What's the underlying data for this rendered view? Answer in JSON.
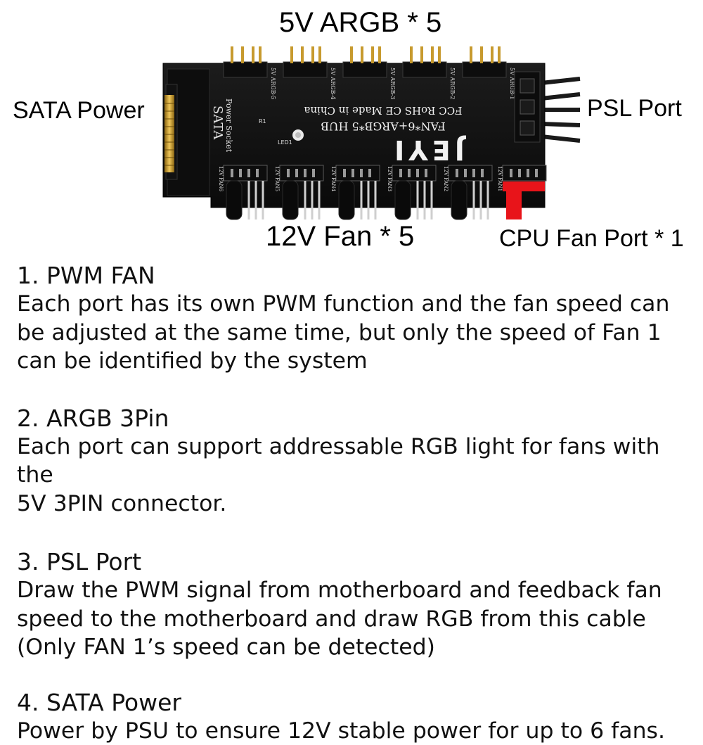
{
  "labels": {
    "argb": "5V ARGB * 5",
    "sata_power": "SATA Power",
    "psl_port": "PSL Port",
    "fan": "12V Fan * 5",
    "cpu_fan": "CPU Fan Port * 1"
  },
  "board": {
    "brand": "JEYI",
    "model": "FAN*6+ARGB*5  HUB",
    "cert": "FCC RoHS CE  Made in China",
    "socket_arrow": "Power Socket",
    "socket_sata": "SATA",
    "led": "LED1",
    "resistor": "R1",
    "argb_headers": [
      "5V ARGB-5",
      "5V ARGB-4",
      "5V ARGB-3",
      "5V ARGB-2",
      "5V ARGB-1"
    ],
    "fan_headers": [
      "12V FAN6",
      "12V FAN5",
      "12V FAN4",
      "12V FAN3",
      "12V FAN2",
      "12V FAN1"
    ],
    "colors": {
      "pcb": "#121212",
      "pin_gold": "#c79a2e",
      "cpu_header": "#e8141a",
      "sata_gold": "#e2c049"
    }
  },
  "items": [
    {
      "heading": "1. PWM FAN",
      "lines": [
        "Each port has its own PWM function and the fan speed can",
        "be adjusted at the same time, but only the speed of Fan 1",
        "can be identified by the system"
      ]
    },
    {
      "heading": "2. ARGB 3Pin",
      "lines": [
        "Each port can support addressable RGB light for fans with the",
        "5V 3PIN connector."
      ]
    },
    {
      "heading": "3. PSL Port",
      "lines": [
        "Draw the PWM signal from motherboard and feedback fan",
        "speed to the motherboard and draw RGB from this cable",
        "(Only FAN 1’s speed can be detected)"
      ]
    },
    {
      "heading": "4. SATA Power",
      "lines": [
        "Power by PSU to ensure 12V stable power for up to 6 fans."
      ]
    }
  ]
}
